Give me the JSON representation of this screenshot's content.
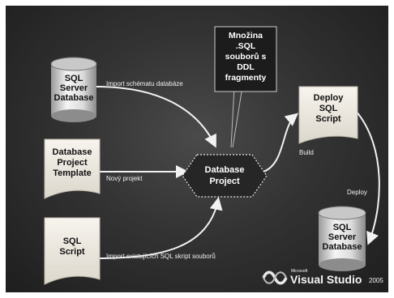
{
  "diagram": {
    "source_db": "SQL\nServer\nDatabase",
    "template": "Database\nProject\nTemplate",
    "script": "SQL\nScript",
    "project": "Database\nProject",
    "callout": "Množina\n.SQL\nsouborů s\nDDL\nfragmenty",
    "deploy_script": "Deploy\nSQL\nScript",
    "target_db": "SQL\nServer\nDatabase"
  },
  "edges": {
    "import_schema": "Import schématu databáze",
    "new_project": "Nový projekt",
    "import_scripts": "Import existujících SQL skript souborů",
    "build": "Build",
    "deploy": "Deploy"
  },
  "brand": {
    "small": "Microsoft",
    "name": "Visual Studio",
    "year": "2005"
  },
  "colors": {
    "background": "#333333",
    "arrow": "#f2f2f2",
    "document": "#ece9e2",
    "project": "#2a2a2a"
  }
}
